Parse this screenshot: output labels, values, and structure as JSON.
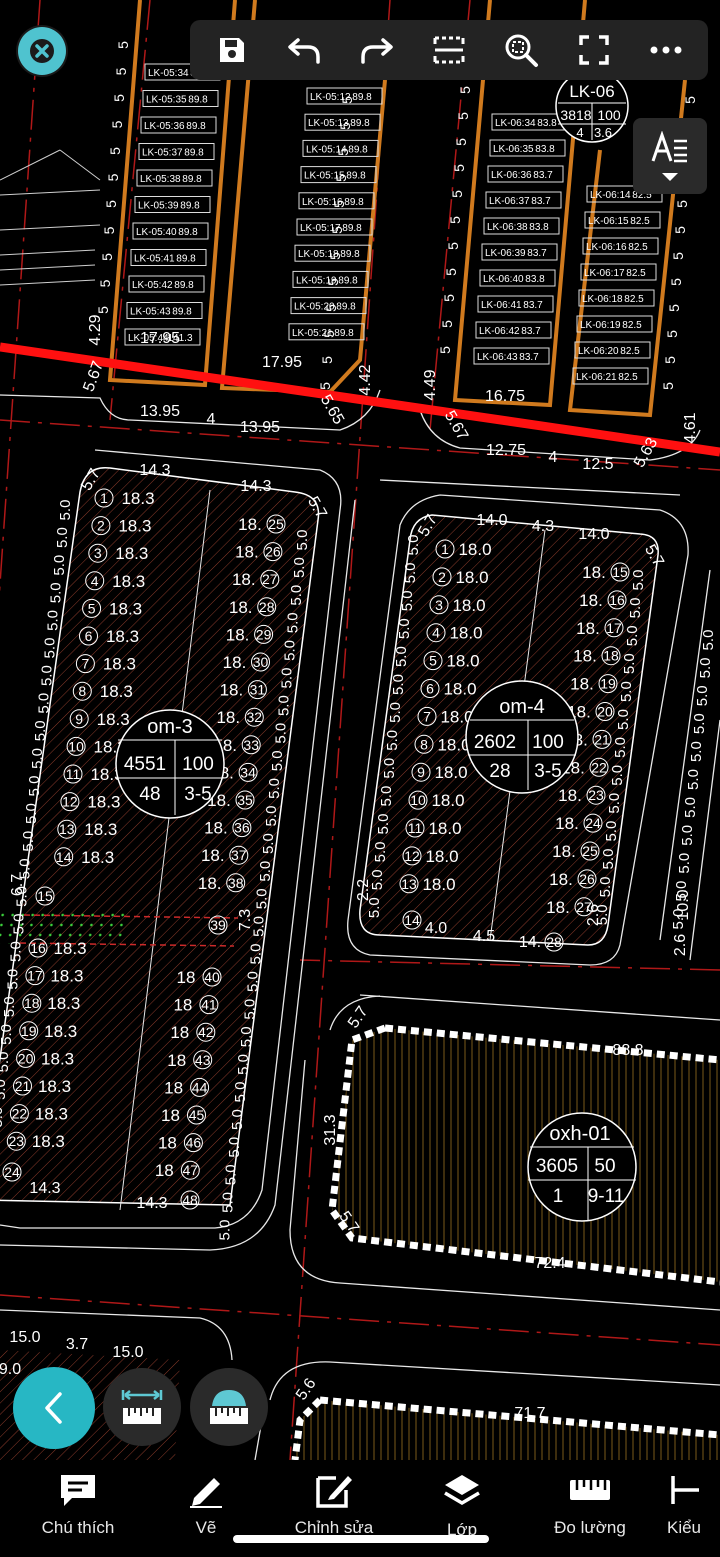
{
  "toolbar": {
    "icons": [
      "save-icon",
      "undo-icon",
      "redo-icon",
      "crop-region-icon",
      "zoom-fit-icon",
      "fullscreen-icon",
      "more-icon"
    ]
  },
  "floating_tools": [
    "linear-measure-icon",
    "area-measure-icon"
  ],
  "bottom_nav": {
    "items": [
      {
        "label": "Chú thích",
        "icon": "comment-icon"
      },
      {
        "label": "Vẽ",
        "icon": "pencil-icon"
      },
      {
        "label": "Chỉnh sửa",
        "icon": "edit-icon"
      },
      {
        "label": "Lớp",
        "icon": "layers-icon"
      },
      {
        "label": "Đo lường",
        "icon": "ruler-icon"
      },
      {
        "label": "Kiểu",
        "icon": "style-icon"
      }
    ]
  },
  "drawing": {
    "top_left_lots": [
      "LK-05:34",
      "LK-05:35",
      "LK-05:36",
      "LK-05:37",
      "LK-05:38",
      "LK-05:39",
      "LK-05:40",
      "LK-05:41",
      "LK-05:42",
      "LK-05:43",
      "LK-05:44"
    ],
    "top_left_areas": [
      "89.8",
      "89.8",
      "89.8",
      "89.8",
      "89.8",
      "89.8",
      "89.8",
      "89.8",
      "89.8",
      "89.8",
      "141.3"
    ],
    "top_mid_lots": [
      "LK-05:12",
      "LK-05:13",
      "LK-05:14",
      "LK-05:15",
      "LK-05:16",
      "LK-05:17",
      "LK-05:18",
      "LK-05:19",
      "LK-05:20",
      "LK-05:21"
    ],
    "top_mid_areas": [
      "89.8",
      "89.8",
      "89.8",
      "89.8",
      "89.8",
      "89.8",
      "89.8",
      "89.8",
      "89.8",
      "89.8"
    ],
    "top_right_lots": [
      "LK-06:34",
      "LK-06:35",
      "LK-06:36",
      "LK-06:37",
      "LK-06:38",
      "LK-06:39",
      "LK-06:40",
      "LK-06:41",
      "LK-06:42",
      "LK-06:43"
    ],
    "top_right_areas": [
      "83.8",
      "83.8",
      "83.7",
      "83.7",
      "83.8",
      "83.7",
      "83.8",
      "83.7",
      "83.7",
      "83.7"
    ],
    "top_far_right_lots": [
      "LK-06:14",
      "LK-06:15",
      "LK-06:16",
      "LK-06:17",
      "LK-06:18",
      "LK-06:19",
      "LK-06:20",
      "LK-06:21"
    ],
    "top_far_right_areas": [
      "82.5",
      "82.5",
      "82.5",
      "82.5",
      "82.5",
      "82.5",
      "82.5",
      "82.5"
    ],
    "lk06": {
      "name": "LK-06",
      "a": "3818",
      "b": "100",
      "c": "4",
      "d": "3.6"
    },
    "dims_top": {
      "d1": "17.95",
      "d2": "17.95",
      "d3": "13.95",
      "d4": "4",
      "d5": "13.95",
      "d6": "5.65",
      "d7": "16.75",
      "d8": "12.75",
      "d9": "4",
      "d10": "12.5",
      "d11": "4.29",
      "d12": "5.67",
      "d13": "4.42",
      "d14": "4.49",
      "d15": "5.67",
      "d16": "4.61",
      "d17": "5.63"
    },
    "om3": {
      "name": "om-3",
      "a": "4551",
      "b": "100",
      "c": "48",
      "d": "3-5",
      "top_w1": "14.3",
      "top_w2": "14.3",
      "bot_w1": "14.3",
      "bot_w2": "14.3",
      "corner": "5.7",
      "left_nums": [
        "1",
        "2",
        "3",
        "4",
        "5",
        "6",
        "7",
        "8",
        "9",
        "10",
        "11",
        "12",
        "13",
        "14"
      ],
      "right_nums": [
        "25",
        "26",
        "27",
        "28",
        "29",
        "30",
        "31",
        "32",
        "33",
        "34",
        "35",
        "36",
        "37",
        "38"
      ],
      "lower_left_nums": [
        "16",
        "17",
        "18",
        "19",
        "20",
        "21",
        "22",
        "23"
      ],
      "lower_right_nums": [
        "40",
        "41",
        "42",
        "43",
        "44",
        "45",
        "46",
        "47"
      ],
      "depth": "18.3",
      "n15": "15",
      "n39": "39",
      "n24": "24",
      "n48": "48",
      "side": "5.0",
      "d67": "6.7",
      "d73": "7.3"
    },
    "om4": {
      "name": "om-4",
      "a": "2602",
      "b": "100",
      "c": "28",
      "d": "3-5",
      "top_w1": "14.0",
      "top_mid": "4.3",
      "top_w2": "14.0",
      "bot_w1": "4.0",
      "bot_mid": "4.5",
      "bot_w2": "14.",
      "corner": "5.7",
      "left_nums": [
        "1",
        "2",
        "3",
        "4",
        "5",
        "6",
        "7",
        "8",
        "9",
        "10",
        "11",
        "12",
        "13"
      ],
      "right_nums": [
        "15",
        "16",
        "17",
        "18",
        "19",
        "20",
        "21",
        "22",
        "23",
        "24",
        "25",
        "26",
        "27"
      ],
      "depth": "18.0",
      "n14": "14",
      "n28": "28",
      "side": "5.0",
      "d22": "2.2",
      "d26": "2.6"
    },
    "oxh01": {
      "name": "oxh-01",
      "a": "3605",
      "b": "50",
      "c": "1",
      "d": "9-11",
      "top": "88.8",
      "bottom": "72.4",
      "left": "31.3",
      "corner": "5.7"
    },
    "bottom_block": {
      "w1": "15.0",
      "w2": "3.7",
      "w3": "15.0",
      "corner": "5.6",
      "w4": "71.7",
      "d90": "9.0"
    },
    "far_right": {
      "d26": "2.6",
      "d100": "10.0",
      "side": "5.0"
    }
  }
}
